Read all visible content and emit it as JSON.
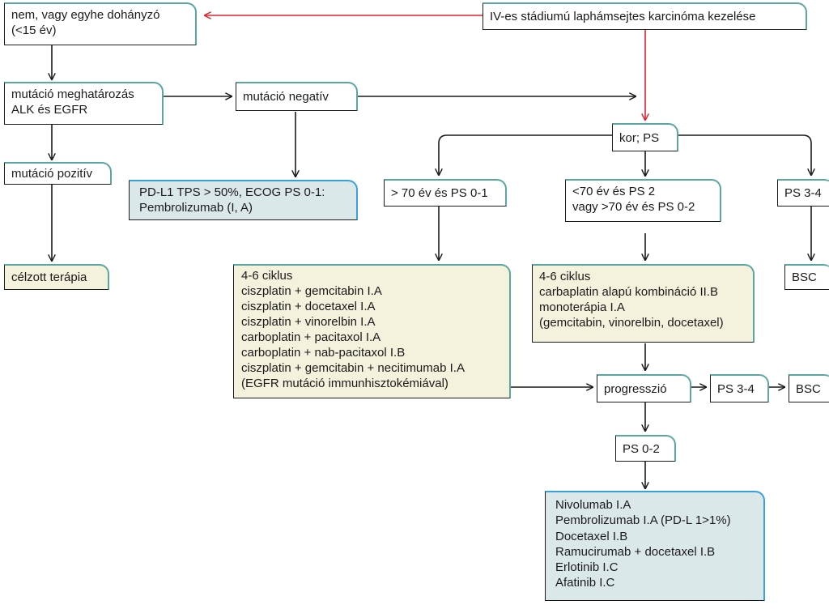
{
  "colors": {
    "main_arrow": "#1a1a1a",
    "start_arrow": "#e0232e",
    "box_accent": "#5aa7a2",
    "box_accent_blue": "#3aa0d8",
    "fill_yellow": "#f4f1dc",
    "fill_blue": "#dbe8ea"
  },
  "nodes": {
    "start": "IV-es stádiumú laphámsejtes karcinóma kezelése",
    "smoker": [
      "nem, vagy egyhe dohányzó",
      "(<15 év)"
    ],
    "mutation_test": [
      "mutáció meghatározás",
      "ALK és EGFR"
    ],
    "mutation_negative": "mutáció negatív",
    "mutation_positive": "mutáció pozitív",
    "targeted_therapy": "célzott terápia",
    "pdl1": [
      "PD-L1 TPS > 50%, ECOG PS 0-1:",
      "Pembrolizumab (I, A)"
    ],
    "age_ps": "kor; PS",
    "over70_ps01": "> 70 év és PS 0-1",
    "under70_ps2": [
      "<70 év és PS 2",
      "vagy >70 év és PS 0-2"
    ],
    "ps34_top": "PS 3-4",
    "bsc_top": "BSC",
    "chemo_left": [
      "4-6 ciklus",
      "ciszplatin + gemcitabin I.A",
      "ciszplatin + docetaxel I.A",
      "ciszplatin + vinorelbin I.A",
      "carboplatin + pacitaxol I.A",
      "carboplatin + nab-pacitaxol I.B",
      "ciszplatin + gemcitabin + necitimumab I.A",
      "(EGFR mutáció immunhisztokémiával)"
    ],
    "chemo_right": [
      "4-6 ciklus",
      "carbaplatin alapú kombináció II.B",
      "monoterápia I.A",
      "(gemcitabin, vinorelbin, docetaxel)"
    ],
    "progression": "progresszió",
    "ps34_bottom": "PS 3-4",
    "bsc_bottom": "BSC",
    "ps02": "PS 0-2",
    "second_line": [
      "Nivolumab I.A",
      "Pembrolizumab I.A (PD-L 1>1%)",
      "Docetaxel I.B",
      "Ramucirumab + docetaxel I.B",
      "Erlotinib I.C",
      "Afatinib I.C"
    ]
  }
}
